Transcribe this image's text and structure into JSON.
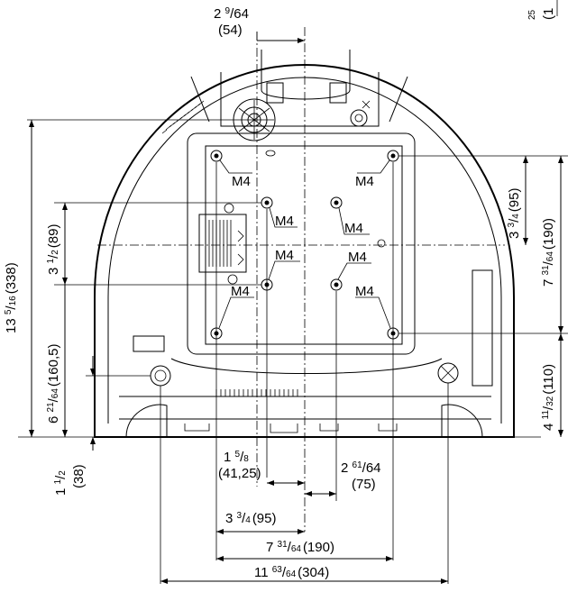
{
  "dimensions": {
    "top_offset": {
      "whole": "2",
      "num": "9",
      "den": "64",
      "mm": "(54)"
    },
    "left_height": {
      "whole": "13",
      "num": "5",
      "den": "16",
      "mm": "(338)"
    },
    "left_inner_a": {
      "whole": "3",
      "num": "1",
      "den": "2",
      "mm": "(89)"
    },
    "left_inner_b": {
      "whole": "6",
      "num": "21",
      "den": "64",
      "mm": "(160,5)"
    },
    "left_foot": {
      "whole": "1",
      "num": "1",
      "den": "2",
      "mm": "(38)"
    },
    "right_a": {
      "whole": "3",
      "num": "3",
      "den": "4",
      "mm": "(95)"
    },
    "right_b": {
      "whole": "7",
      "num": "31",
      "den": "64",
      "mm": "(190)"
    },
    "right_c": {
      "whole": "4",
      "num": "11",
      "den": "32",
      "mm": "(110)"
    },
    "bottom_a": {
      "whole": "1",
      "num": "5",
      "den": "8",
      "mm": "(41,25)"
    },
    "bottom_b": {
      "whole": "2",
      "num": "61",
      "den": "64",
      "mm": "(75)"
    },
    "bottom_c": {
      "whole": "3",
      "num": "3",
      "den": "4",
      "mm": "(95)"
    },
    "bottom_d": {
      "whole": "7",
      "num": "31",
      "den": "64",
      "mm": "(190)"
    },
    "bottom_e": {
      "whole": "11",
      "num": "63",
      "den": "64",
      "mm": "(304)"
    },
    "corner_cut": {
      "whole": "25",
      "mm": "(1"
    }
  },
  "screw_label": "M4"
}
